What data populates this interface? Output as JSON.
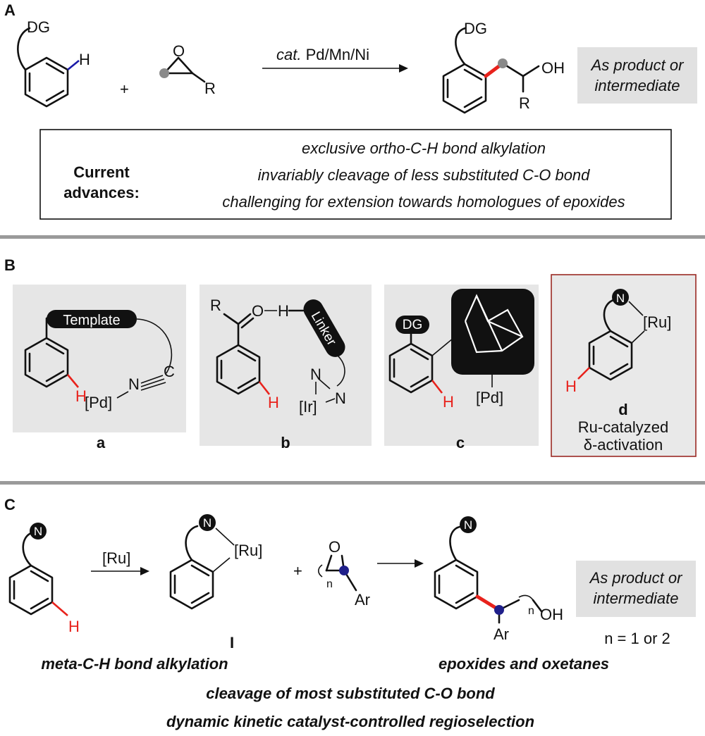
{
  "panels": {
    "a": "A",
    "b": "B",
    "c": "C"
  },
  "sectionA": {
    "dg": "DG",
    "h": "H",
    "plus": "+",
    "epoxide_o": "O",
    "epoxide_r": "R",
    "arrow_cat": "cat.",
    "arrow_metals": " Pd/Mn/Ni",
    "product_dg": "DG",
    "product_oh": "OH",
    "product_r": "R",
    "box_line1": "As product or",
    "box_line2": "intermediate",
    "advances_line1": "Current",
    "advances_line2": "advances:",
    "point1": "exclusive ortho-C-H bond alkylation",
    "point2": "invariably cleavage of less substituted  C-O bond",
    "point3": "challenging for extension towards homologues of epoxides"
  },
  "sectionB": {
    "a": {
      "template": "Template",
      "pd": "[Pd]",
      "n": "N",
      "c": "C",
      "h": "H",
      "label": "a"
    },
    "b": {
      "r": "R",
      "o": "O",
      "h_top": "H",
      "linker": "Linker",
      "n1": "N",
      "n2": "N",
      "ir": "[Ir]",
      "h": "H",
      "label": "b"
    },
    "c": {
      "dg": "DG",
      "pd": "[Pd]",
      "h": "H",
      "label": "c"
    },
    "d": {
      "n": "N",
      "ru": "[Ru]",
      "h": "H",
      "label": "d",
      "caption1": "Ru-catalyzed",
      "caption2": "δ-activation"
    }
  },
  "sectionC": {
    "n_start": "N",
    "h_start": "H",
    "arrow_ru": "[Ru]",
    "n_int": "N",
    "ru_int": "[Ru]",
    "int_label": "I",
    "plus": "+",
    "o": "O",
    "n_sub": "n",
    "ar": "Ar",
    "n_prod": "N",
    "n_sub_prod": "n",
    "oh": "OH",
    "ar_prod": "Ar",
    "box_line1": "As product or",
    "box_line2": "intermediate",
    "n_range": "n = 1 or 2",
    "meta": "meta-C-H bond alkylation",
    "epox": "epoxides and oxetanes",
    "cleavage": "cleavage of most substituted  C-O bond",
    "dynamic": "dynamic kinetic catalyst-controlled regioselection"
  }
}
